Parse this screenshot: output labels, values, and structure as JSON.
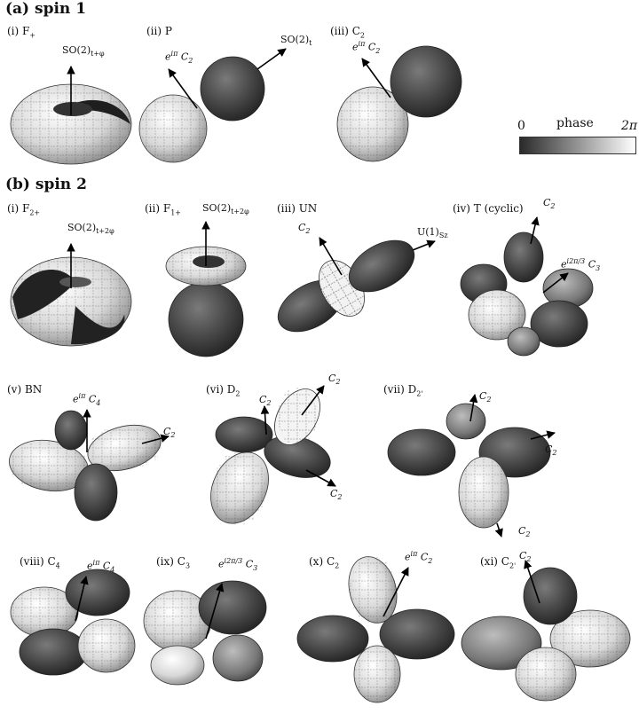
{
  "sections": {
    "a": "(a) spin 1",
    "b": "(b) spin 2"
  },
  "colorbar": {
    "min_label": "0",
    "title": "phase",
    "max_label": "2π",
    "gradient_start": "#2a2a2a",
    "gradient_end": "#ffffff"
  },
  "spin1": {
    "panels": [
      {
        "label": "(i) F₊",
        "axes": [
          "SO(2) t+φ"
        ]
      },
      {
        "label": "(ii) P",
        "axes": [
          "e^{iπ} C₂",
          "SO(2) t"
        ]
      },
      {
        "label": "(iii) C₂",
        "axes": [
          "e^{iπ} C₂"
        ]
      }
    ],
    "axis_text": {
      "f_axis": "SO(2)",
      "f_sub": "t+φ",
      "p_c2_pre": "e",
      "p_c2_sup": "iπ",
      "p_c2": "C",
      "p_c2_sub": "2",
      "p_so2": "SO(2)",
      "p_so2_sub": "t",
      "c2_pre": "e",
      "c2_sup": "iπ",
      "c2": "C",
      "c2_sub": "2"
    },
    "labels": {
      "f": "(i) F",
      "f_sub": "+",
      "p": "(ii) P",
      "c2": "(iii) C",
      "c2_sub": "2"
    }
  },
  "spin2": {
    "labels": {
      "f2": "(i) F",
      "f2_sub": "2+",
      "f1": "(ii) F",
      "f1_sub": "1+",
      "un": "(iii) UN",
      "t": "(iv) T (cyclic)",
      "bn": "(v) BN",
      "d2": "(vi) D",
      "d2_sub": "2",
      "d2p": "(vii) D",
      "d2p_sub": "2'",
      "c4": "(viii) C",
      "c4_sub": "4",
      "c3": "(ix) C",
      "c3_sub": "3",
      "c2": "(x) C",
      "c2_sub": "2",
      "c2p": "(xi) C",
      "c2p_sub": "2'"
    },
    "axis_text": {
      "so2": "SO(2)",
      "sub_2phi": "t+2φ",
      "sub_2phi_b": "t+2φ",
      "u1": "U(1)",
      "u1_sub": "Sz",
      "c": "C",
      "sub2": "2",
      "sub3": "3",
      "sub4": "4",
      "e": "e",
      "sup_ipi": "iπ",
      "sup_i2pi3": "i2π/3"
    }
  }
}
